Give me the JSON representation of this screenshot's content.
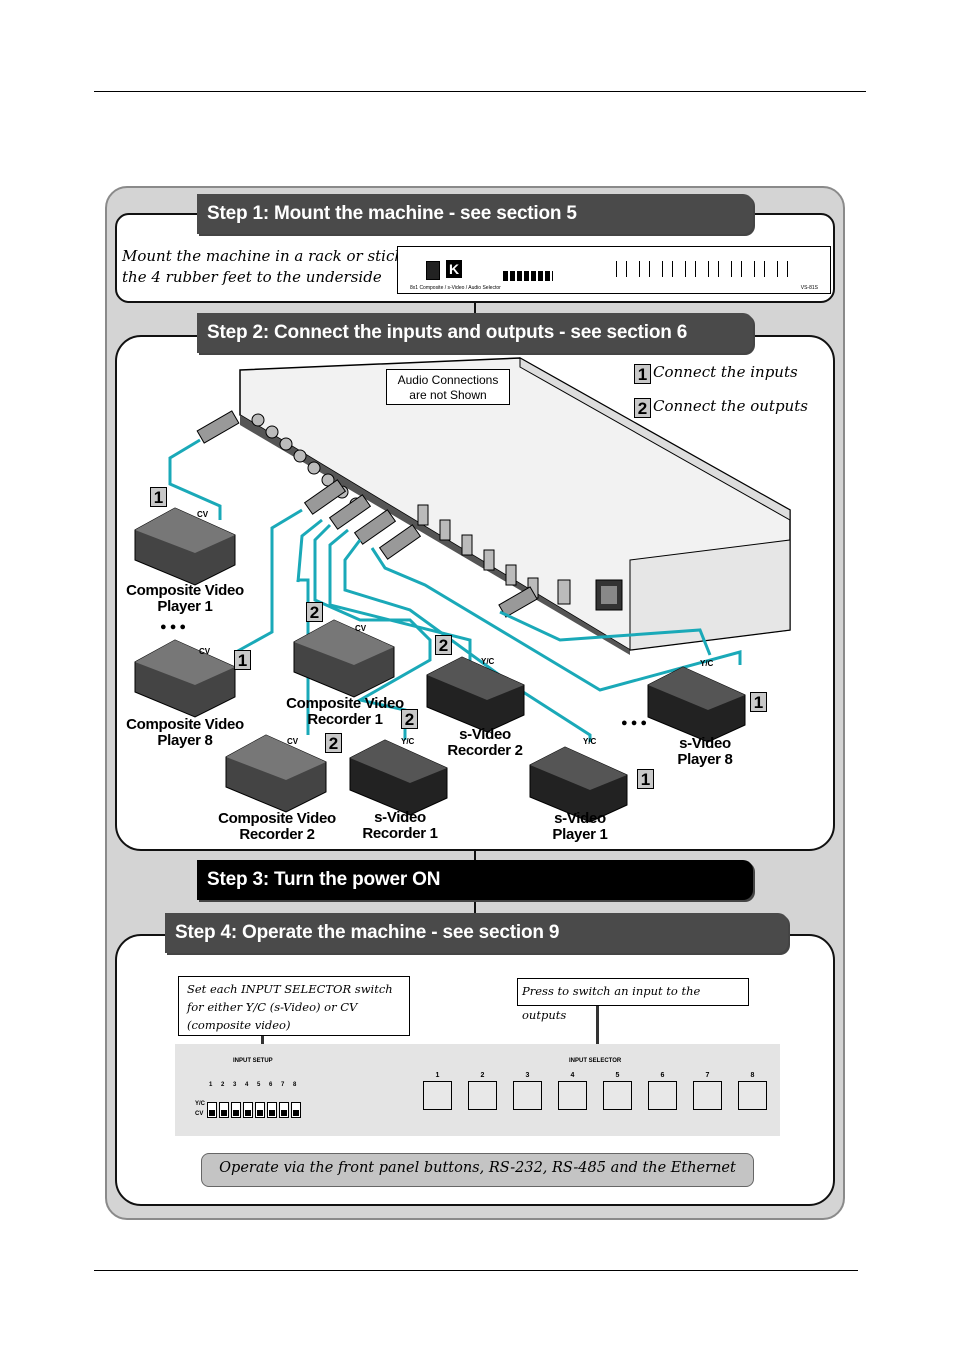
{
  "steps": [
    {
      "label": "Step 1: Mount the machine - see section 5"
    },
    {
      "label": "Step 2: Connect the inputs and outputs - see section 6"
    },
    {
      "label": "Step 3: Turn the power ON"
    },
    {
      "label": "Step 4: Operate the machine - see section 9"
    }
  ],
  "step1": {
    "instruction_line1": "Mount the machine in a rack or stick",
    "instruction_line2": "the 4 rubber feet to the underside",
    "panel_caption": "8x1 Composite / s-Video / Audio Selector",
    "panel_model": "VS-81S"
  },
  "step2": {
    "audio_note_line1": "Audio Connections",
    "audio_note_line2": "are not Shown",
    "legend": [
      {
        "num": "1",
        "text": "Connect the inputs"
      },
      {
        "num": "2",
        "text": "Connect the outputs"
      }
    ],
    "devices": [
      {
        "id": "cv-player-1",
        "line1": "Composite Video",
        "line2": "Player 1",
        "port": "CV",
        "badge": "1"
      },
      {
        "id": "cv-player-8",
        "line1": "Composite Video",
        "line2": "Player 8",
        "port": "CV",
        "badge": "1"
      },
      {
        "id": "cv-recorder-1",
        "line1": "Composite Video",
        "line2": "Recorder 1",
        "port": "CV",
        "badge": "2"
      },
      {
        "id": "cv-recorder-2",
        "line1": "Composite Video",
        "line2": "Recorder 2",
        "port": "CV",
        "badge": "2"
      },
      {
        "id": "sv-recorder-1",
        "line1": "s-Video",
        "line2": "Recorder 1",
        "port": "Y/C",
        "badge": "2"
      },
      {
        "id": "sv-recorder-2",
        "line1": "s-Video",
        "line2": "Recorder 2",
        "port": "Y/C",
        "badge": "2"
      },
      {
        "id": "sv-player-1",
        "line1": "s-Video",
        "line2": "Player 1",
        "port": "Y/C",
        "badge": "1"
      },
      {
        "id": "sv-player-8",
        "line1": "s-Video",
        "line2": "Player 8",
        "port": "Y/C",
        "badge": "1"
      }
    ],
    "ellipsis": "● ● ●"
  },
  "step4": {
    "note_switch": "Set each INPUT SELECTOR switch for either Y/C (s-Video) or CV (composite video)",
    "note_press": "Press to switch an input to the outputs",
    "input_setup_label": "INPUT SETUP",
    "input_selector_label": "INPUT SELECTOR",
    "yc_label": "Y/C",
    "cv_label": "CV",
    "dip_numbers": [
      "1",
      "2",
      "3",
      "4",
      "5",
      "6",
      "7",
      "8"
    ],
    "key_numbers": [
      "1",
      "2",
      "3",
      "4",
      "5",
      "6",
      "7",
      "8"
    ],
    "footer": "Operate via the front panel buttons, RS-232, RS-485 and the Ethernet"
  },
  "colors": {
    "cable": "#1aa9b8",
    "banner": "#4a4a4a",
    "frame": "#d4d4d4"
  }
}
